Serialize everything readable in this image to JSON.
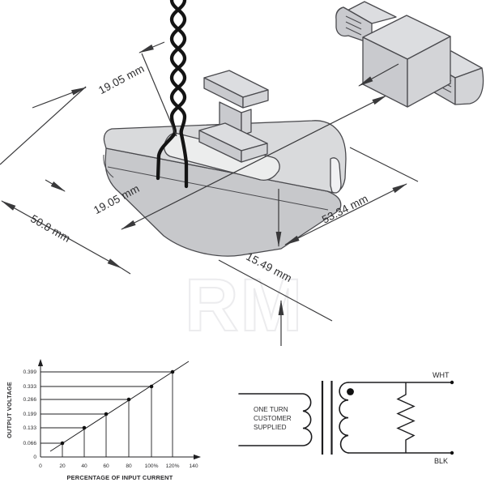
{
  "colors": {
    "part_top": "#d9dadc",
    "part_front": "#c7c8cb",
    "part_side": "#d3d4d7",
    "outline": "#4a4a4e",
    "dim_line": "#39393b",
    "wire": "#141414",
    "watermark": "#ececee"
  },
  "watermark": {
    "text": "RM"
  },
  "main_drawing": {
    "dim_top_window": "19.05 mm",
    "dim_window_width": "19.05 mm",
    "dim_depth": "50.8 mm",
    "dim_length": "53.34 mm",
    "dim_thickness": "15.49 mm"
  },
  "chart_data": {
    "type": "line",
    "xlabel": "PERCENTAGE OF INPUT CURRENT",
    "ylabel": "OUTPUT VOLTAGE",
    "x": [
      20,
      40,
      60,
      80,
      100,
      120
    ],
    "y": [
      0.066,
      0.133,
      0.199,
      0.266,
      0.333,
      0.399
    ],
    "xlim": [
      0,
      140
    ],
    "ylim": [
      0,
      0.42
    ],
    "grid": "stepped guide lines from each axis to each data point",
    "legend": "none",
    "x_ticks": [
      "0",
      "20",
      "40",
      "60",
      "80",
      "100%",
      "120%",
      "140"
    ],
    "y_ticks_desc": [
      "0.399",
      "0.333",
      "0.266",
      "0.199",
      "0.133",
      "0.066",
      "0"
    ]
  },
  "schematic": {
    "primary_label_line1": "ONE TURN",
    "primary_label_line2": "CUSTOMER",
    "primary_label_line3": "SUPPLIED",
    "top_terminal": "WHT",
    "bottom_terminal": "BLK"
  }
}
